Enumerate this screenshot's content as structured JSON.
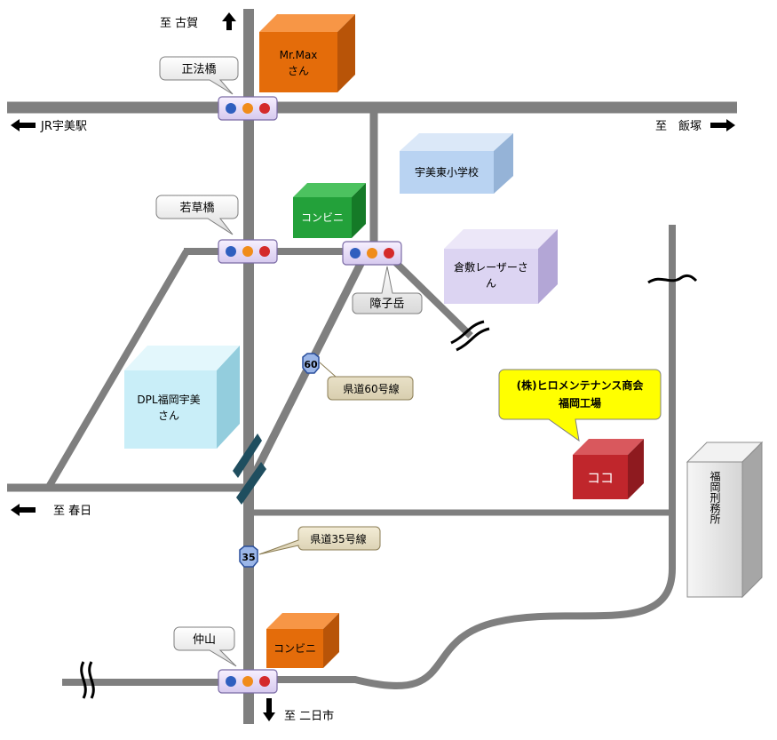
{
  "directions": {
    "north": "至 古賀",
    "west": "JR宇美駅",
    "east": "至　飯塚",
    "west2": "至 春日",
    "south": "至 二日市"
  },
  "intersections": {
    "top": "正法橋",
    "mid": "若草橋",
    "right": "障子岳",
    "bottom": "仲山"
  },
  "buildings": {
    "mrmax_1": "Mr.Max",
    "mrmax_2": "さん",
    "school": "宇美東小学校",
    "conv_top": "コンビニ",
    "kurashiki_1": "倉敷レーザーさ",
    "kurashiki_2": "ん",
    "dpl_1": "DPL福岡宇美",
    "dpl_2": "さん",
    "here": "ココ",
    "prison": "福岡刑務所",
    "conv_bottom": "コンビニ"
  },
  "roads": {
    "r60_num": "60",
    "r60_label": "県道60号線",
    "r35_num": "35",
    "r35_label": "県道35号線"
  },
  "callout": {
    "line1": "(株)ヒロメンテナンス商会",
    "line2": "福岡工場"
  },
  "colors": {
    "road": "#7f7f7f",
    "orange": "#e46c0a",
    "green": "#23a13a",
    "school": "#b9d3f2",
    "lavender": "#dcd4f2",
    "dpl": "#c9eef8",
    "red": "#c0262c",
    "callout": "#ffff00"
  }
}
